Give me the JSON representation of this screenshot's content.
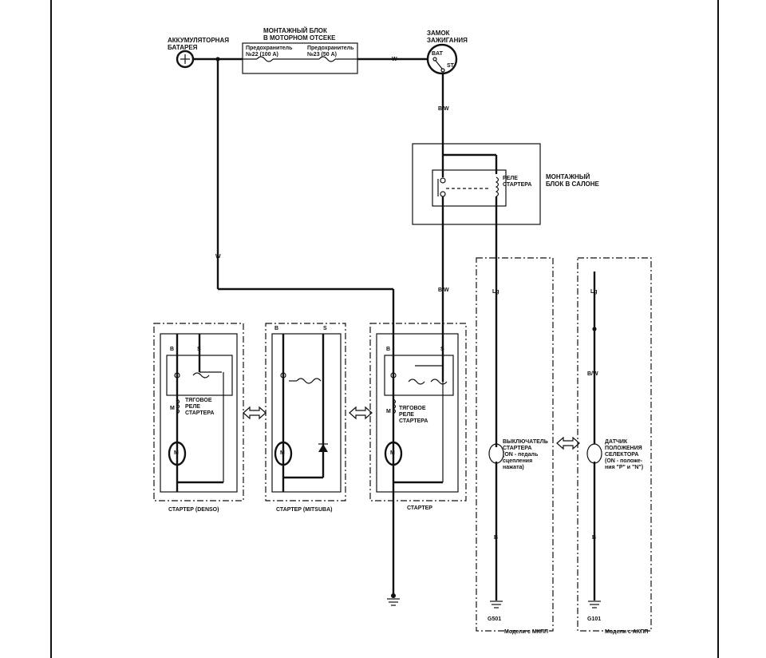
{
  "battery": {
    "label_line1": "АККУМУЛЯТОРНАЯ",
    "label_line2": "БАТАРЕЯ"
  },
  "engine_fuse_box": {
    "title_line1": "МОНТАЖНЫЙ БЛОК",
    "title_line2": "В МОТОРНОМ ОТСЕКЕ",
    "fuse1_line1": "Предохранитель",
    "fuse1_line2": "№22 (100 А)",
    "fuse2_line1": "Предохранитель",
    "fuse2_line2": "№23 (50 А)"
  },
  "ignition_switch": {
    "title_line1": "ЗАМОК",
    "title_line2": "ЗАЖИГАНИЯ",
    "bat": "BAT",
    "st": "ST"
  },
  "wire_colors": {
    "w1": "W",
    "w2": "W",
    "bw1": "B/W",
    "bw2": "B/W",
    "bw3": "B/W",
    "lg1": "Lg",
    "lg2": "Lg",
    "b1": "B",
    "b2": "B"
  },
  "cabin_fuse_box": {
    "title_line1": "МОНТАЖНЫЙ",
    "title_line2": "БЛОК В САЛОНЕ",
    "relay_line1": "РЕЛЕ",
    "relay_line2": "СТАРТЕРА"
  },
  "starters": [
    {
      "name": "СТАРТЕР (DENSO)",
      "b": "B",
      "s": "S",
      "m": "M",
      "relay_line1": "ТЯГОВОЕ",
      "relay_line2": "РЕЛЕ",
      "relay_line3": "СТАРТЕРА",
      "motor": "M"
    },
    {
      "name": "СТАРТЕР (MITSUBA)",
      "b": "B",
      "s": "S",
      "motor": "M"
    },
    {
      "name": "СТАРТЕР",
      "b": "B",
      "s": "S",
      "m": "M",
      "relay_line1": "ТЯГОВОЕ",
      "relay_line2": "РЕЛЕ",
      "relay_line3": "СТАРТЕРА",
      "motor": "M"
    }
  ],
  "mt_switch": {
    "line1": "ВЫКЛЮЧАТЕЛЬ",
    "line2": "СТАРТЕРА",
    "line3": "(ON - педаль",
    "line4": "сцепления",
    "line5": "нажата)",
    "ground": "G501",
    "model": "Модели с МКПП"
  },
  "at_sensor": {
    "line1": "ДАТЧИК",
    "line2": "ПОЛОЖЕНИЯ",
    "line3": "СЕЛЕКТОРА",
    "line4": "(ON - положе-",
    "line5": "ния \"P\" и \"N\")",
    "ground": "G101",
    "model": "Модели с АКПП"
  }
}
